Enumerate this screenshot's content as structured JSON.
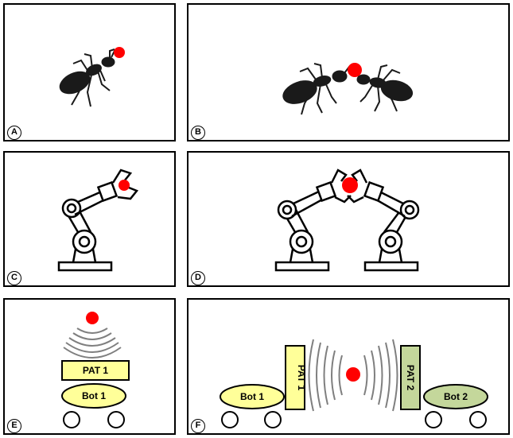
{
  "panels": {
    "a": {
      "letter": "A"
    },
    "b": {
      "letter": "B"
    },
    "c": {
      "letter": "C"
    },
    "d": {
      "letter": "D"
    },
    "e": {
      "letter": "E",
      "tag_label": "PAT 1",
      "robot_label": "Bot 1"
    },
    "f": {
      "letter": "F",
      "tag_left_label": "PAT 1",
      "tag_right_label": "PAT 2",
      "robot_left_label": "Bot 1",
      "robot_right_label": "Bot 2"
    }
  },
  "colors": {
    "object": "#ff0000",
    "silhouette": "#1a1a1a",
    "robot_body": "#ffff99",
    "robot_body_alt": "#c4d79b",
    "wave": "#7f7f7f"
  }
}
